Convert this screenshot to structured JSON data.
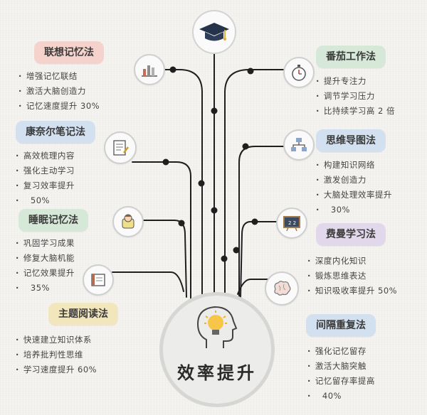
{
  "center": {
    "title": "效率提升",
    "icon": "lightbulb-head-icon"
  },
  "top_icon": "graduation-cap-icon",
  "methods": {
    "lianxiang": {
      "title": "联想记忆法",
      "icon": "bar-chart-icon",
      "points": [
        "增强记忆联结",
        "激活大脑创造力",
        "记忆速度提升 30%"
      ]
    },
    "kangnaier": {
      "title": "康奈尔笔记法",
      "icon": "notebook-icon",
      "points": [
        "高效梳理内容",
        "强化主动学习",
        "复习效率提升",
        "50%"
      ]
    },
    "shuimian": {
      "title": "睡眠记忆法",
      "icon": "sleeping-icon",
      "points": [
        "巩固学习成果",
        "修复大脑机能",
        "记忆效果提升",
        "35%"
      ]
    },
    "zhuti": {
      "title": "主题阅读法",
      "icon": "open-book-icon",
      "points": [
        "快速建立知识体系",
        "培养批判性思维",
        "学习速度提升 60%"
      ]
    },
    "fanqie": {
      "title": "番茄工作法",
      "icon": "stopwatch-icon",
      "points": [
        "提升专注力",
        "调节学习压力",
        "比持续学习高 2 倍"
      ]
    },
    "siwei": {
      "title": "思维导图法",
      "icon": "mind-map-icon",
      "points": [
        "构建知识网络",
        "激发创造力",
        "大脑处理效率提升",
        "30%"
      ]
    },
    "feiman": {
      "title": "费曼学习法",
      "icon": "blackboard-icon",
      "points": [
        "深度内化知识",
        "锻炼思维表达",
        "知识吸收率提升 50%"
      ]
    },
    "jiange": {
      "title": "间隔重复法",
      "icon": "brain-icon",
      "points": [
        "强化记忆留存",
        "激活大脑突触",
        "记忆留存率提高",
        "40%"
      ]
    }
  }
}
